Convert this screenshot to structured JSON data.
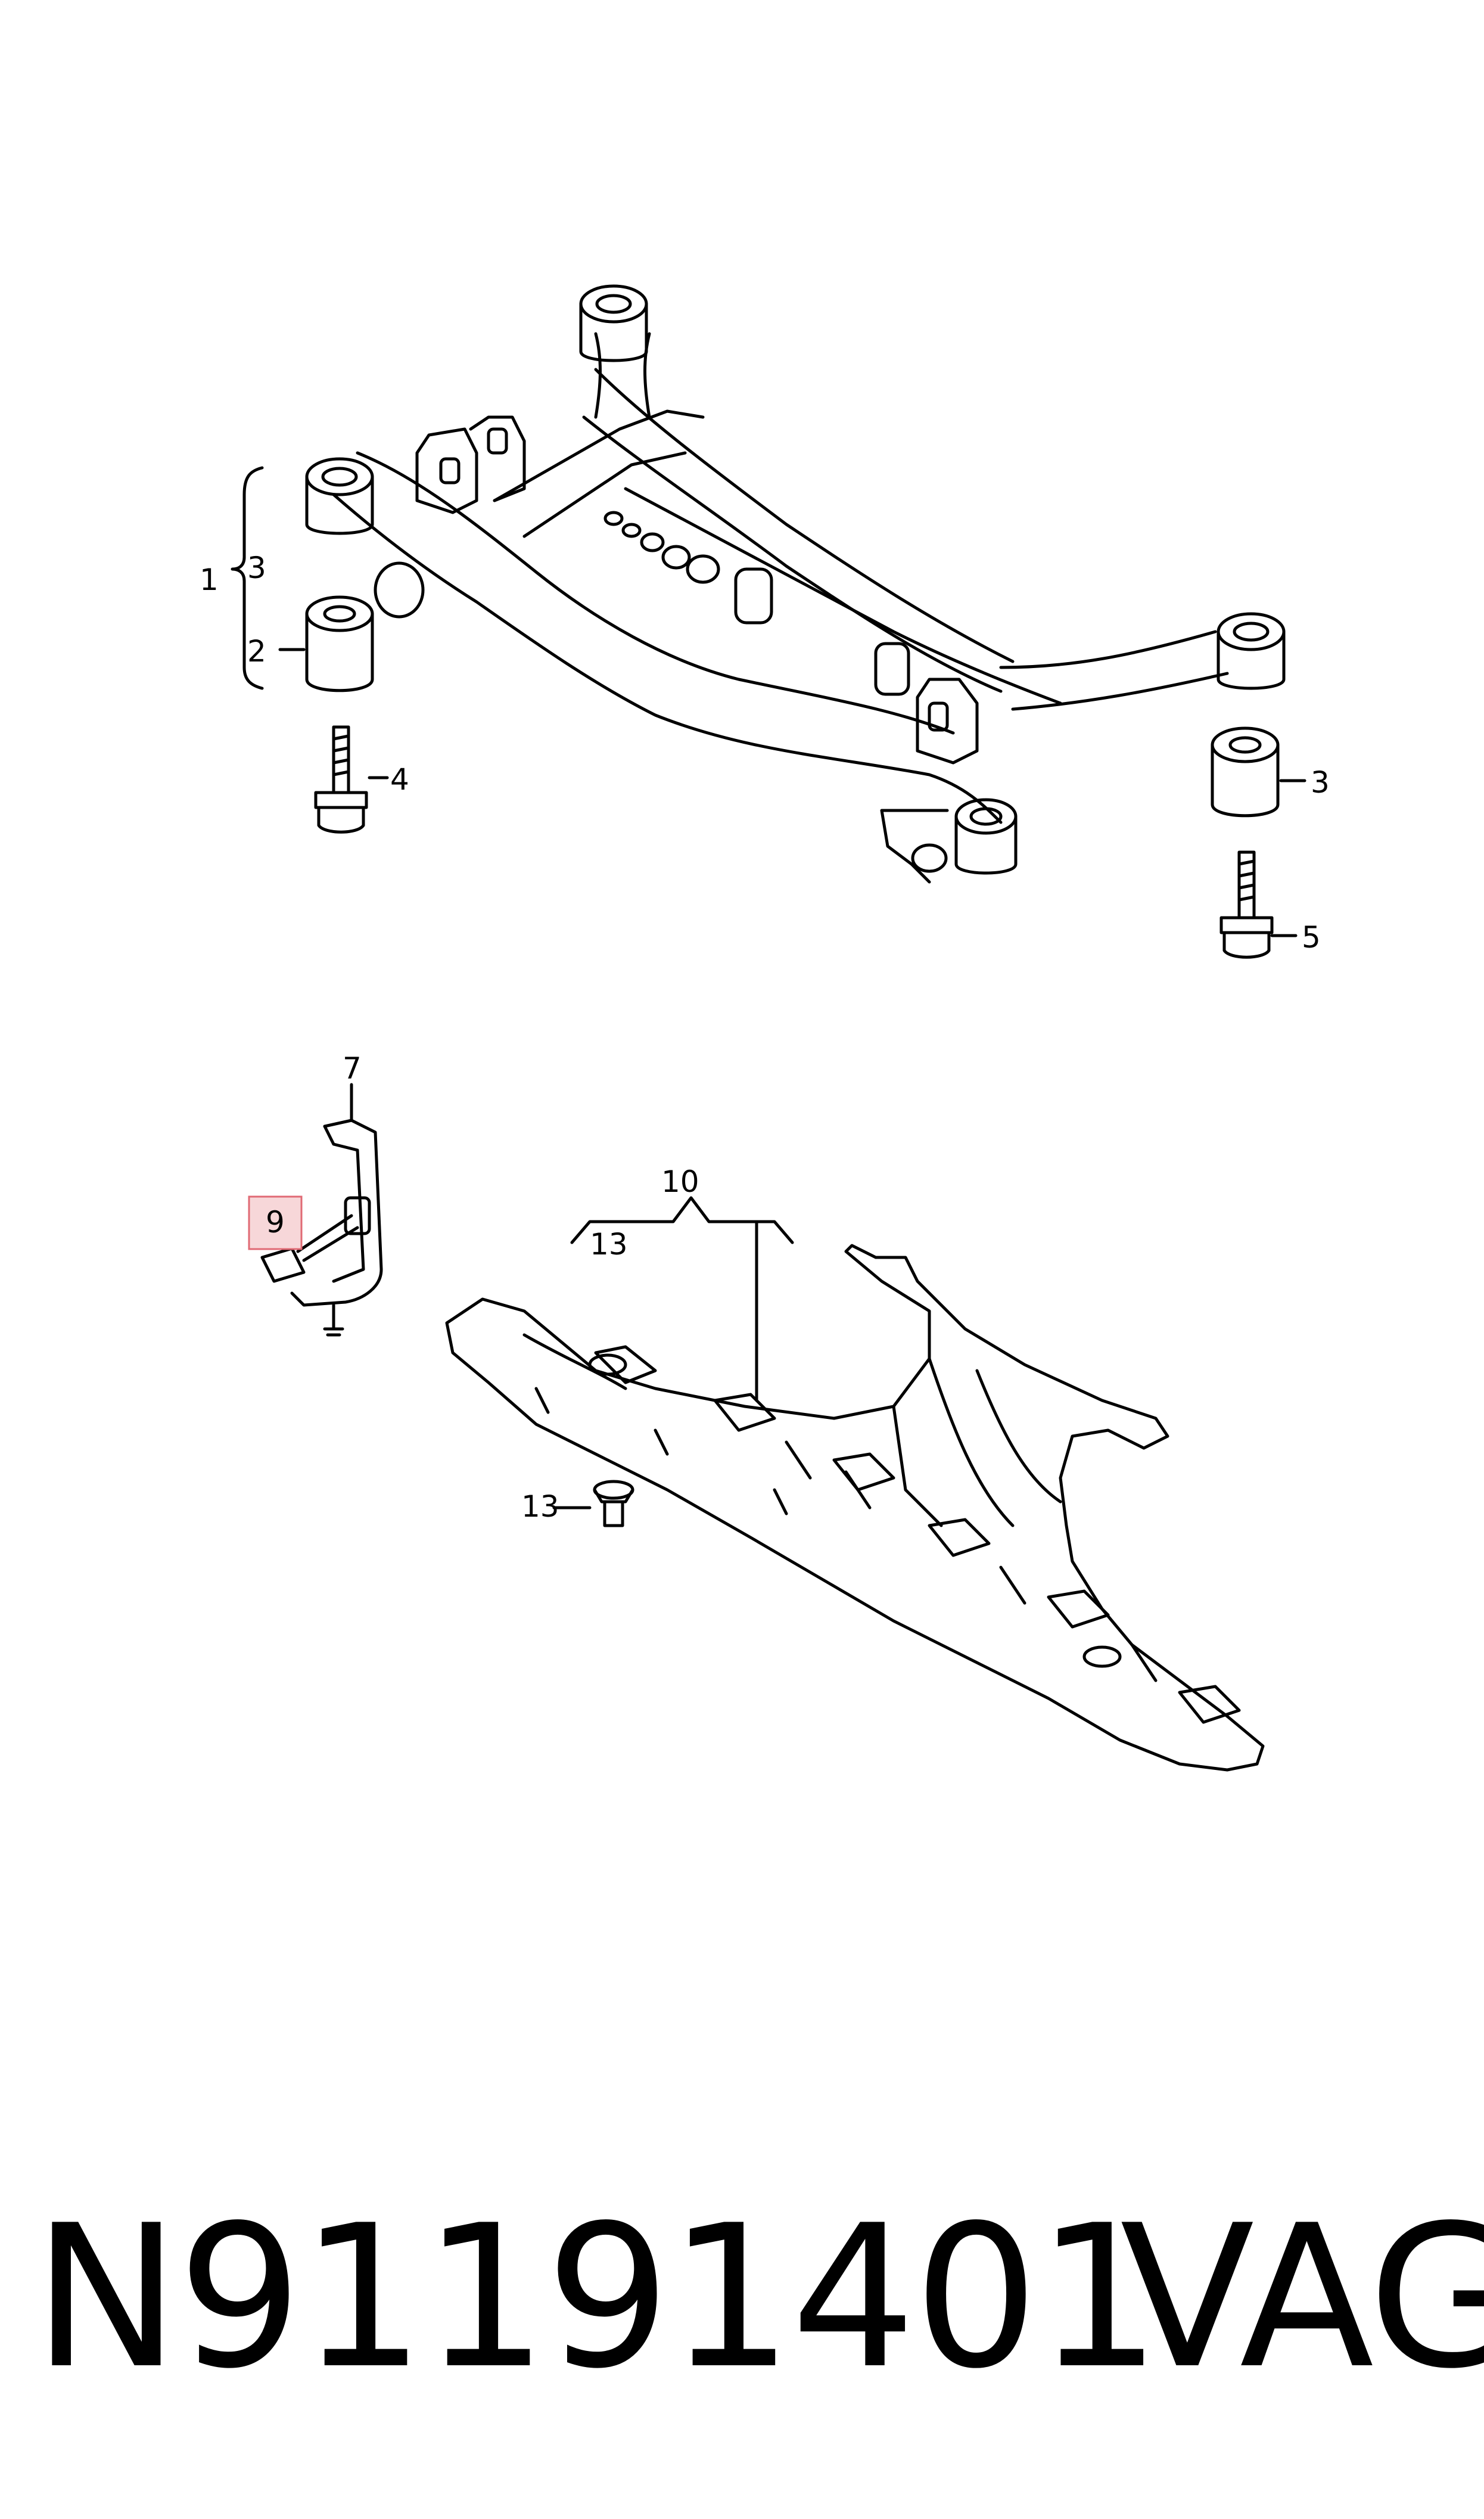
{
  "callouts": {
    "c1": "1",
    "c3a": "3",
    "c2": "2",
    "c4": "4",
    "c3b": "3",
    "c5": "5",
    "c7": "7",
    "c9": "9",
    "c10": "10",
    "c13a": "13",
    "c13b": "13"
  },
  "highlight_color": "#f7d7d9",
  "highlight_border": "#e06a74",
  "footer": {
    "part_number": "N91191401",
    "brand": "VAG"
  }
}
